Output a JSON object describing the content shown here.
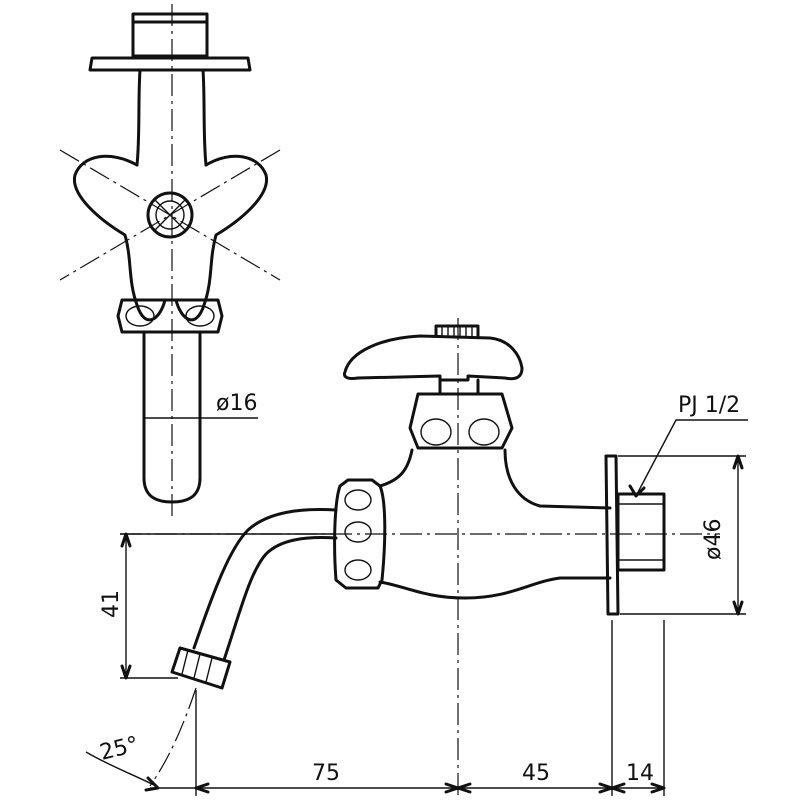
{
  "drawing": {
    "type": "technical-drawing",
    "subject": "faucet",
    "views": [
      "front-view",
      "side-view"
    ]
  },
  "dimensions": {
    "pipe_diameter": "ø16",
    "thread": "PJ 1/2",
    "flange_diameter": "ø46",
    "spout_drop": "41",
    "spout_angle": "25°",
    "horizontal_spout": "75",
    "horizontal_body": "45",
    "horizontal_flange": "14"
  }
}
